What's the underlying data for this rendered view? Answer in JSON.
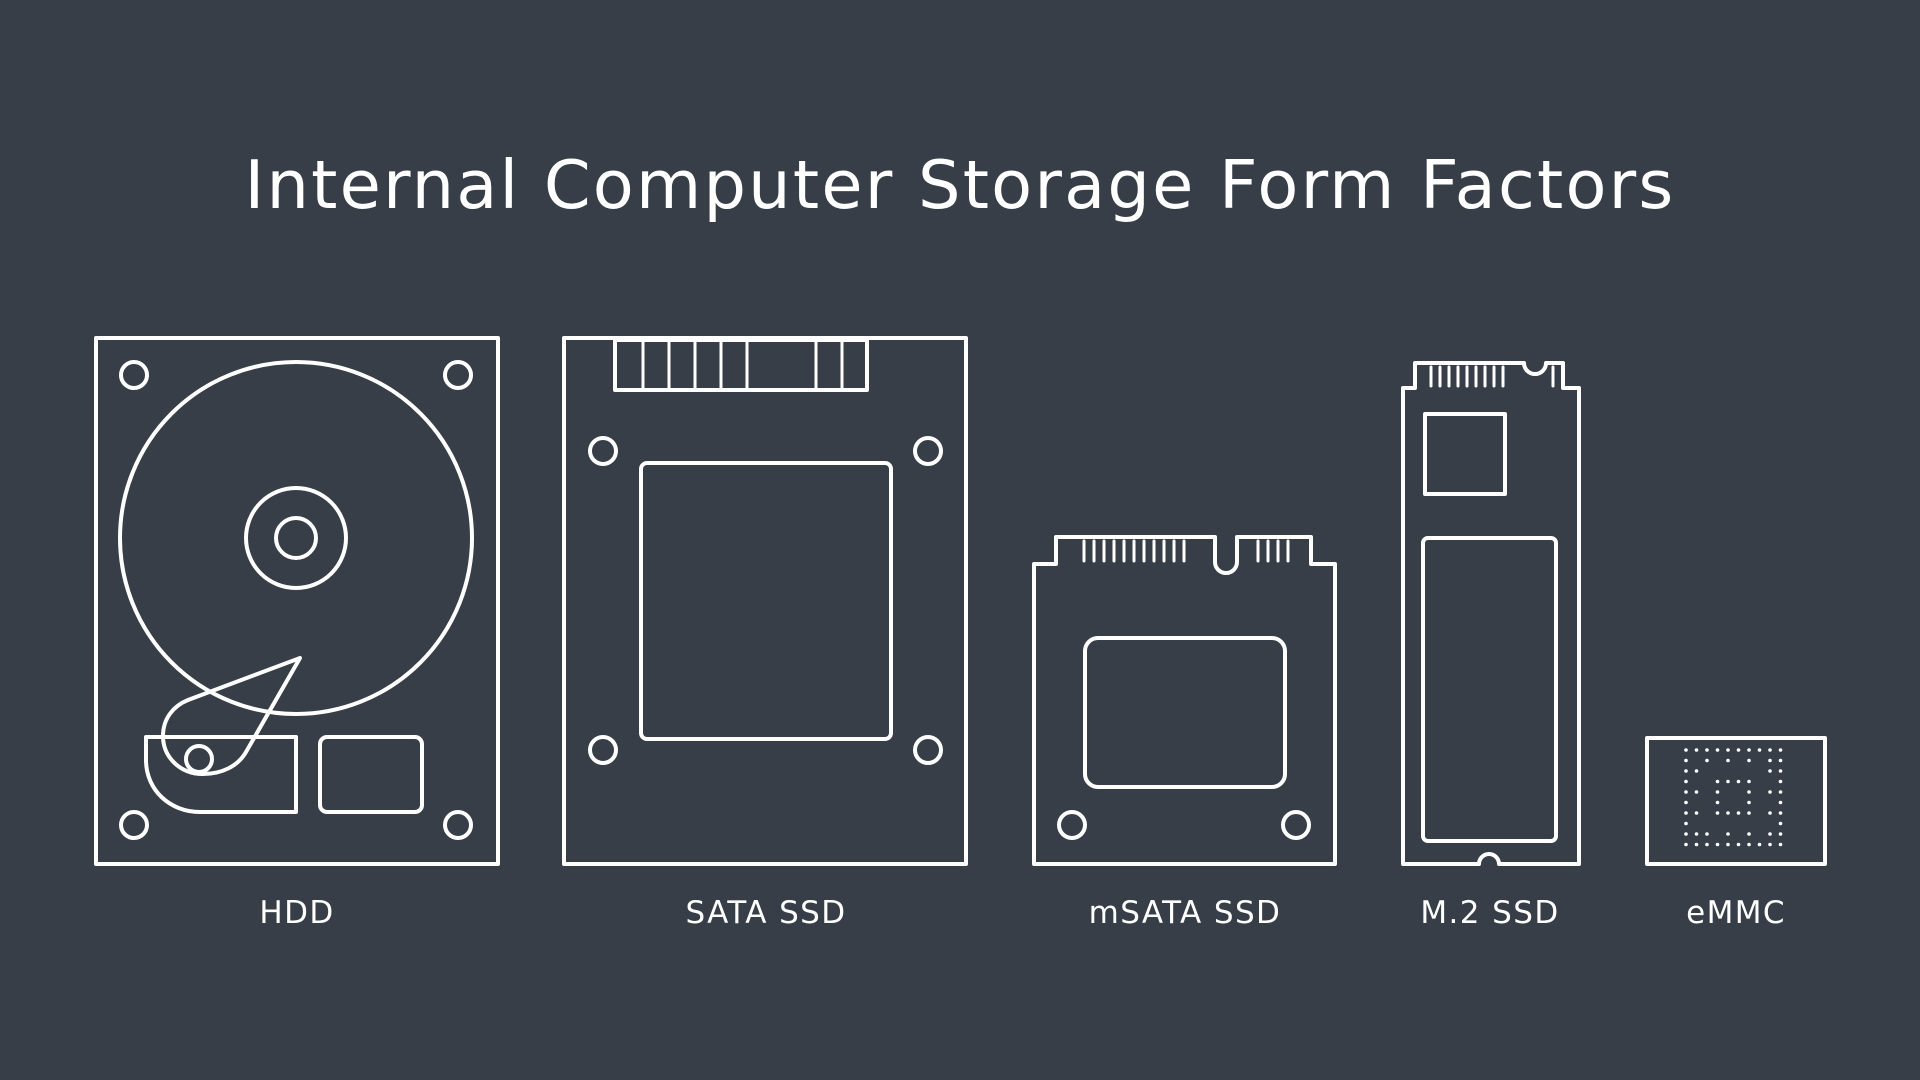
{
  "title": "Internal Computer Storage Form Factors",
  "colors": {
    "background": "#373e47",
    "line": "#ffffff"
  },
  "devices": [
    {
      "id": "hdd",
      "label": "HDD"
    },
    {
      "id": "sata-ssd",
      "label": "SATA SSD"
    },
    {
      "id": "msata-ssd",
      "label": "mSATA SSD"
    },
    {
      "id": "m2-ssd",
      "label": "M.2 SSD"
    },
    {
      "id": "emmc",
      "label": "eMMC"
    }
  ]
}
